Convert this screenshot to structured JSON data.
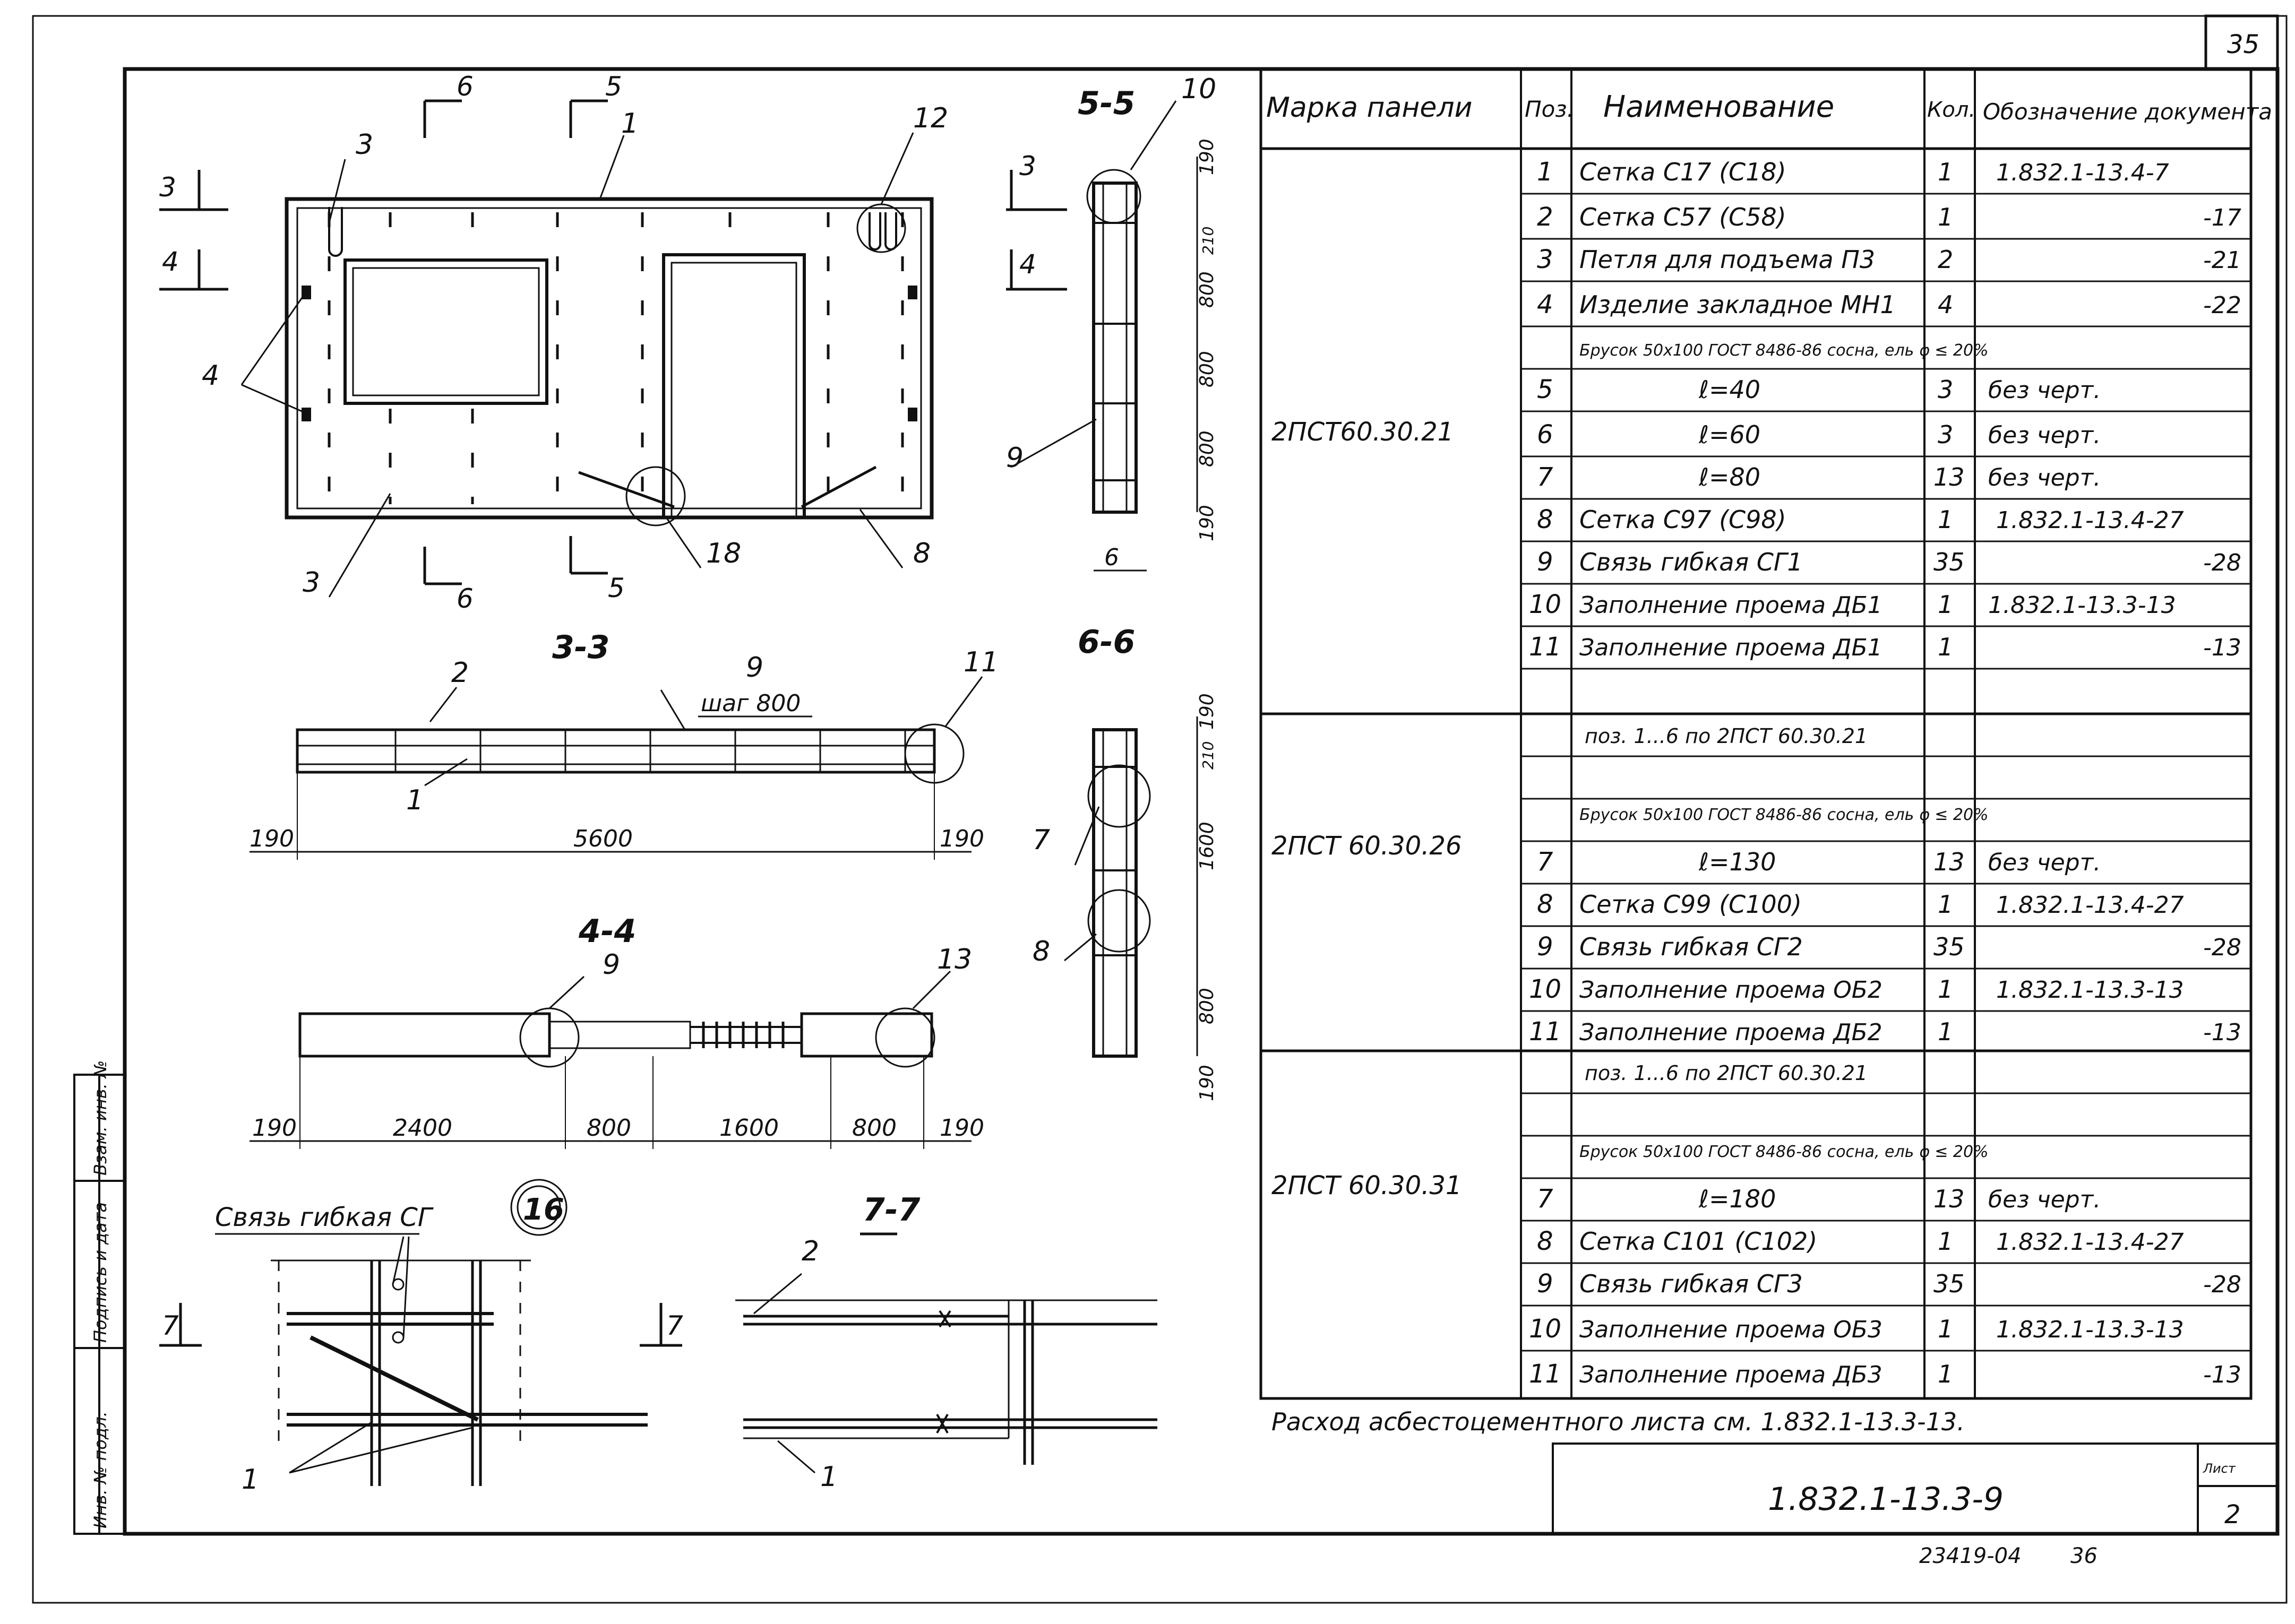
{
  "page_number": "35",
  "sheet_label": "Лист",
  "sheet_number": "2",
  "document_code": "1.832.1-13.3-9",
  "archive_number": "23419-04",
  "archive_page": "36",
  "side_stamp": [
    "Инв. № подл.",
    "Подпись и дата",
    "Взам. инв. №"
  ],
  "sections": {
    "s33": "3-3",
    "s44": "4-4",
    "s55": "5-5",
    "s66": "6-6",
    "s77": "7-7",
    "node": "16",
    "tie": "Связь гибкая СГ",
    "pitch": "шаг 800"
  },
  "marks": {
    "n1": "1",
    "n2": "2",
    "n3": "3",
    "n4": "4",
    "n5": "5",
    "n6": "6",
    "n7": "7",
    "n8": "8",
    "n9": "9",
    "n10": "10",
    "n11": "11",
    "n12": "12",
    "n13": "13",
    "n18": "18"
  },
  "dims": {
    "d190": "190",
    "d5600": "5600",
    "d2400": "2400",
    "d800": "800",
    "d1600": "1600",
    "d210": "210",
    "d6": "6"
  },
  "table": {
    "headers": [
      "Марка панели",
      "Поз.",
      "Наименование",
      "Кол.",
      "Обозначение документа"
    ],
    "rows": [
      [
        "2ПСТ60.30.21",
        "1",
        "Сетка С17 (С18)",
        "1",
        "1.832.1-13.4-7"
      ],
      [
        "",
        "2",
        "Сетка С57 (С58)",
        "1",
        "-17"
      ],
      [
        "",
        "3",
        "Петля для подъема П3",
        "2",
        "-21"
      ],
      [
        "",
        "4",
        "Изделие закладное МН1",
        "4",
        "-22"
      ],
      [
        "",
        "",
        "Брусок 50x100 ГОСТ 8486-86 сосна, ель φ ≤ 20%",
        "",
        ""
      ],
      [
        "",
        "5",
        "ℓ=40",
        "3",
        "без черт."
      ],
      [
        "",
        "6",
        "ℓ=60",
        "3",
        "без черт."
      ],
      [
        "",
        "7",
        "ℓ=80",
        "13",
        "без черт."
      ],
      [
        "",
        "8",
        "Сетка С97 (С98)",
        "1",
        "1.832.1-13.4-27"
      ],
      [
        "",
        "9",
        "Связь гибкая СГ1",
        "35",
        "-28"
      ],
      [
        "",
        "10",
        "Заполнение проема ДБ1",
        "1",
        "1.832.1-13.3-13"
      ],
      [
        "",
        "11",
        "Заполнение проема ДБ1",
        "1",
        "-13"
      ],
      [
        "2ПСТ 60.30.26",
        "",
        "поз. 1...6 по 2ПСТ 60.30.21",
        "",
        ""
      ],
      [
        "",
        "",
        "Брусок 50x100 ГОСТ 8486-86 сосна, ель φ ≤ 20%",
        "",
        ""
      ],
      [
        "",
        "7",
        "ℓ=130",
        "13",
        "без черт."
      ],
      [
        "",
        "8",
        "Сетка С99 (С100)",
        "1",
        "1.832.1-13.4-27"
      ],
      [
        "",
        "9",
        "Связь гибкая СГ2",
        "35",
        "-28"
      ],
      [
        "",
        "10",
        "Заполнение проема ОБ2",
        "1",
        "1.832.1-13.3-13"
      ],
      [
        "",
        "11",
        "Заполнение проема ДБ2",
        "1",
        "-13"
      ],
      [
        "2ПСТ 60.30.31",
        "",
        "поз. 1...6 по 2ПСТ 60.30.21",
        "",
        ""
      ],
      [
        "",
        "",
        "Брусок 50x100 ГОСТ 8486-86 сосна, ель φ ≤ 20%",
        "",
        ""
      ],
      [
        "",
        "7",
        "ℓ=180",
        "13",
        "без черт."
      ],
      [
        "",
        "8",
        "Сетка С101 (С102)",
        "1",
        "1.832.1-13.4-27"
      ],
      [
        "",
        "9",
        "Связь гибкая СГ3",
        "35",
        "-28"
      ],
      [
        "",
        "10",
        "Заполнение проема ОБ3",
        "1",
        "1.832.1-13.3-13"
      ],
      [
        "",
        "11",
        "Заполнение проема ДБ3",
        "1",
        "-13"
      ]
    ],
    "note": "Расход асбестоцементного листа см. 1.832.1-13.3-13."
  },
  "colors": {
    "ink": "#111111",
    "paper": "#ffffff"
  }
}
